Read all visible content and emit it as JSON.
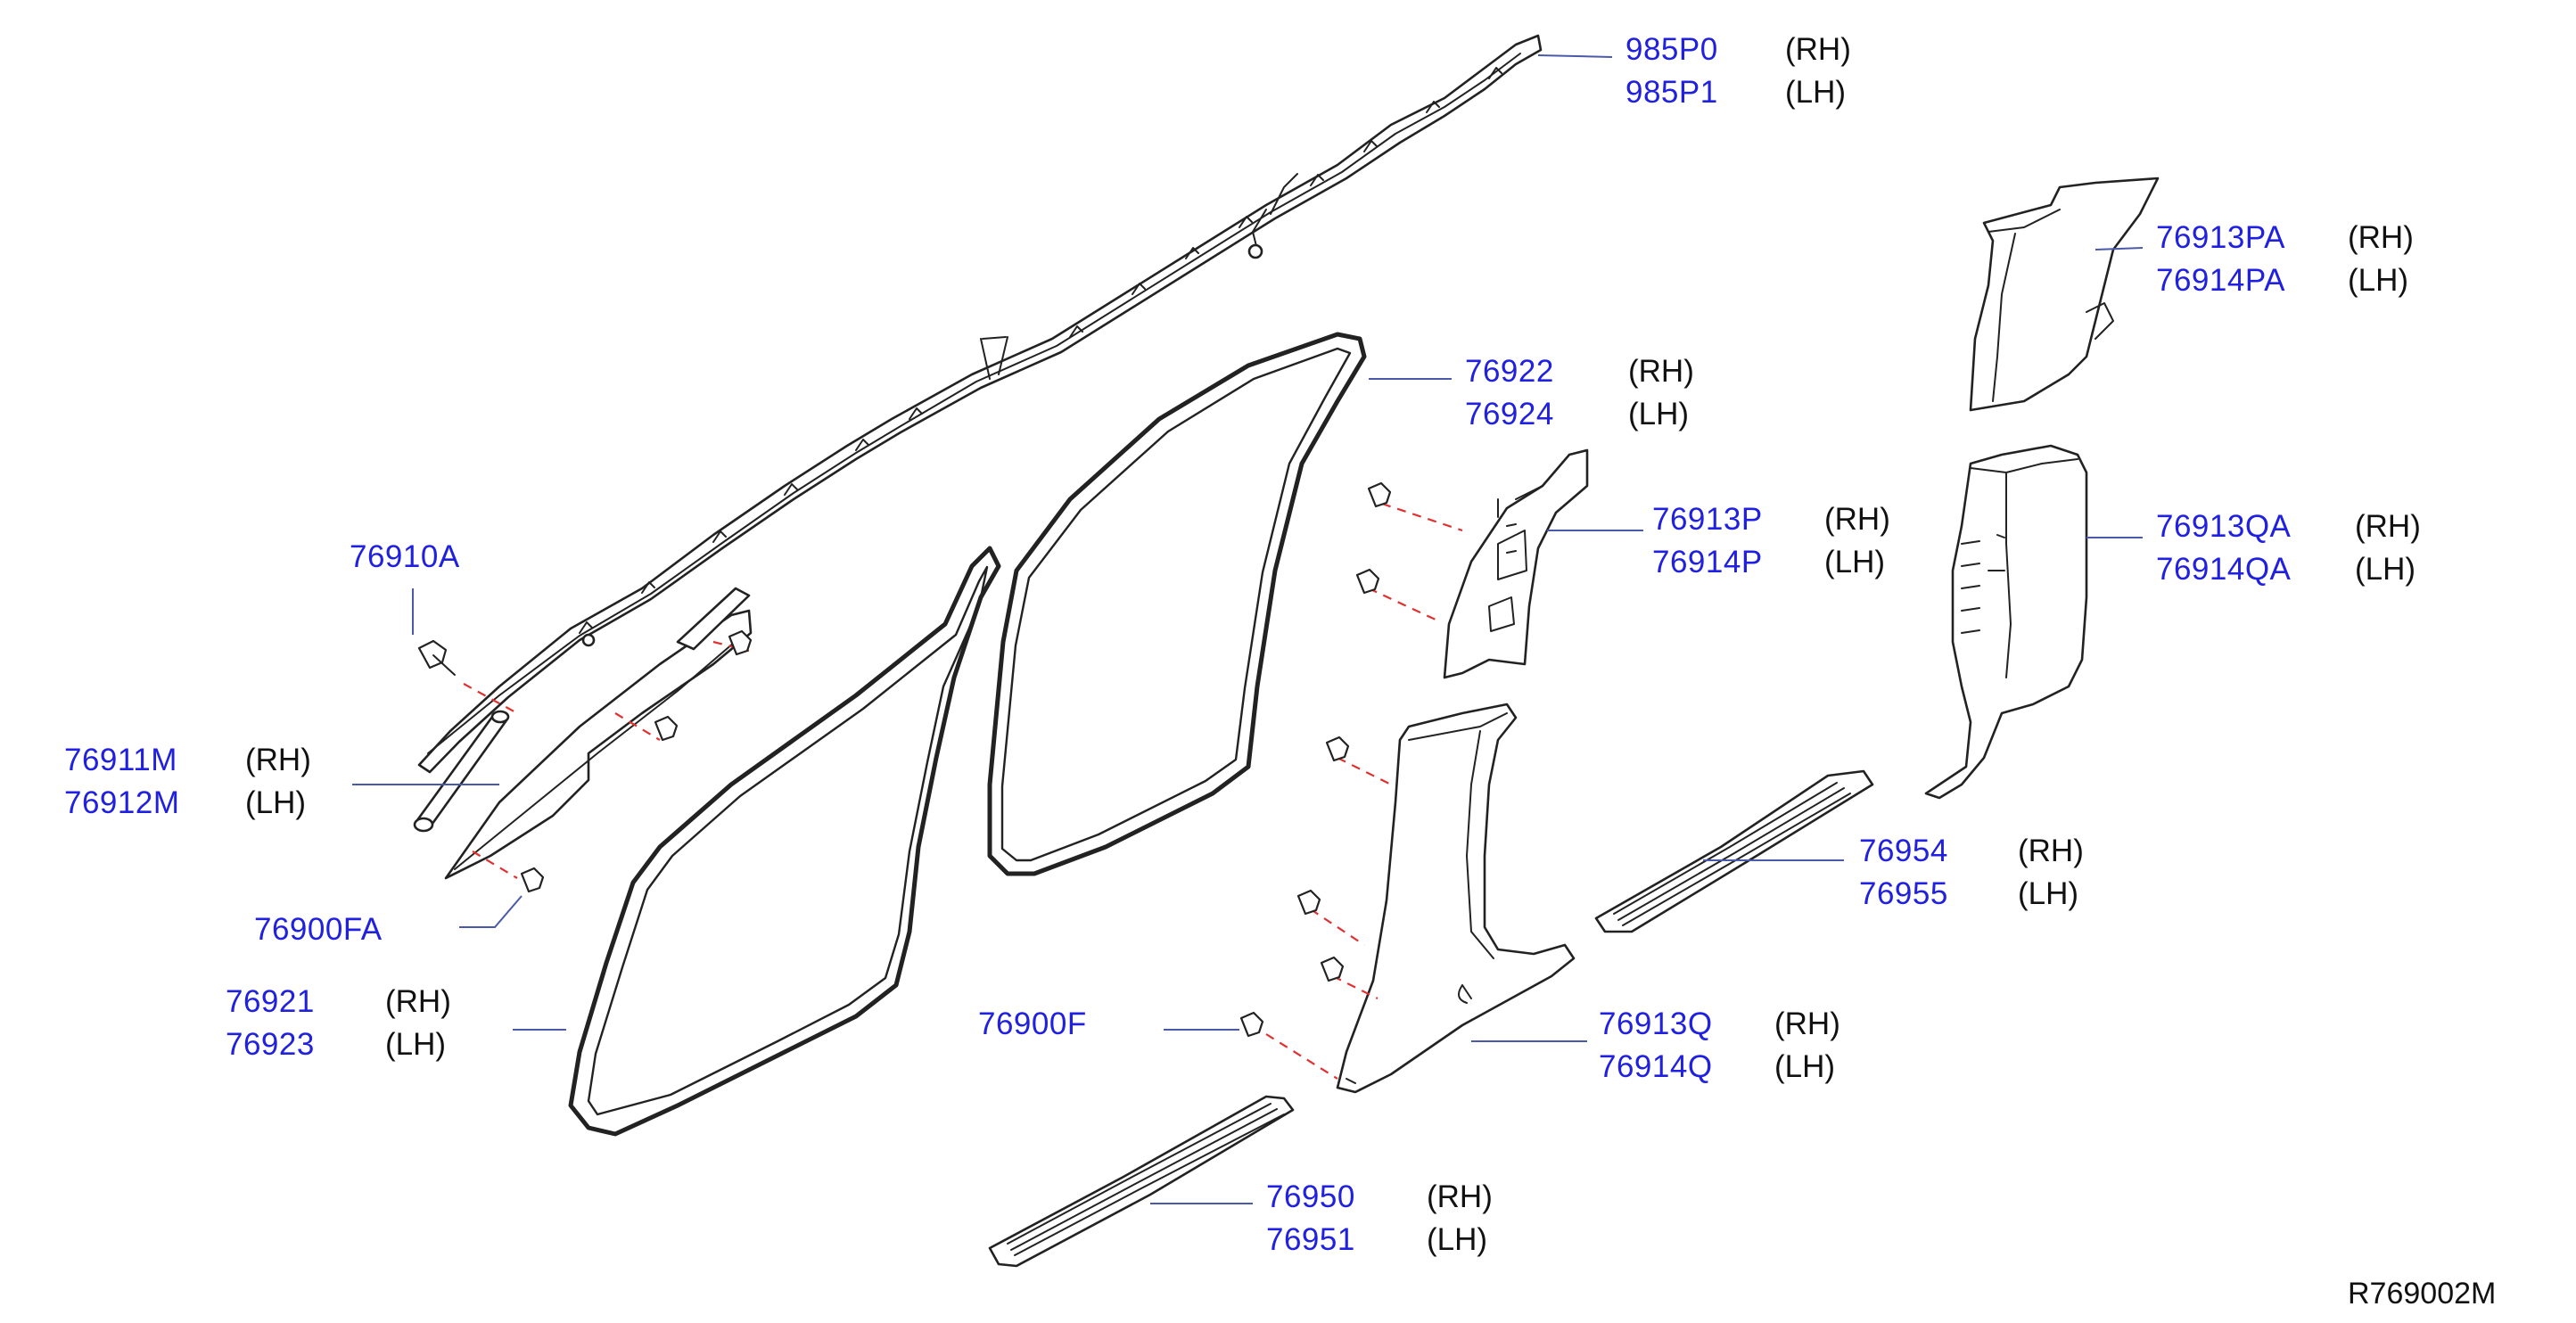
{
  "parts": [
    {
      "id": "p985",
      "number": "985P0",
      "side": "(RH)"
    },
    {
      "id": "p985lh",
      "number": "985P1",
      "side": "(LH)"
    },
    {
      "id": "p13pa",
      "number": "76913PA",
      "side": "(RH)"
    },
    {
      "id": "p14pa",
      "number": "76914PA",
      "side": "(LH)"
    },
    {
      "id": "p22",
      "number": "76922",
      "side": "(RH)"
    },
    {
      "id": "p24",
      "number": "76924",
      "side": "(LH)"
    },
    {
      "id": "p13p",
      "number": "76913P",
      "side": "(RH)"
    },
    {
      "id": "p14p",
      "number": "76914P",
      "side": "(LH)"
    },
    {
      "id": "p13qa",
      "number": "76913QA",
      "side": "(RH)"
    },
    {
      "id": "p14qa",
      "number": "76914QA",
      "side": "(LH)"
    },
    {
      "id": "p10a",
      "number": "76910A",
      "side": ""
    },
    {
      "id": "p11m",
      "number": "76911M",
      "side": "(RH)"
    },
    {
      "id": "p12m",
      "number": "76912M",
      "side": "(LH)"
    },
    {
      "id": "p54",
      "number": "76954",
      "side": "(RH)"
    },
    {
      "id": "p55",
      "number": "76955",
      "side": "(LH)"
    },
    {
      "id": "p00fa",
      "number": "76900FA",
      "side": ""
    },
    {
      "id": "p21",
      "number": "76921",
      "side": "(RH)"
    },
    {
      "id": "p23",
      "number": "76923",
      "side": "(LH)"
    },
    {
      "id": "p00f",
      "number": "76900F",
      "side": ""
    },
    {
      "id": "p13q",
      "number": "76913Q",
      "side": "(RH)"
    },
    {
      "id": "p14q",
      "number": "76914Q",
      "side": "(LH)"
    },
    {
      "id": "p50",
      "number": "76950",
      "side": "(RH)"
    },
    {
      "id": "p51",
      "number": "76951",
      "side": "(LH)"
    }
  ],
  "diagram_ref": "R769002M"
}
